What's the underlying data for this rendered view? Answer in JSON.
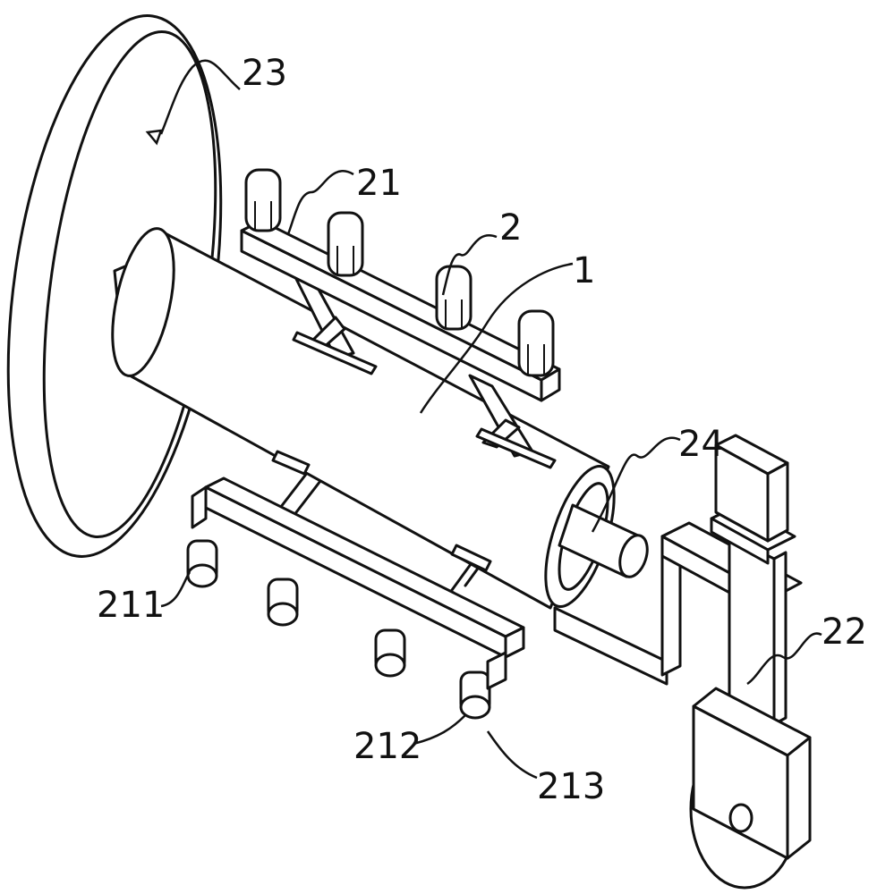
{
  "figure": {
    "labels": {
      "l23": "23",
      "l21": "21",
      "l2": "2",
      "l1": "1",
      "l24": "24",
      "l22": "22",
      "l211": "211",
      "l212": "212",
      "l213": "213"
    }
  }
}
